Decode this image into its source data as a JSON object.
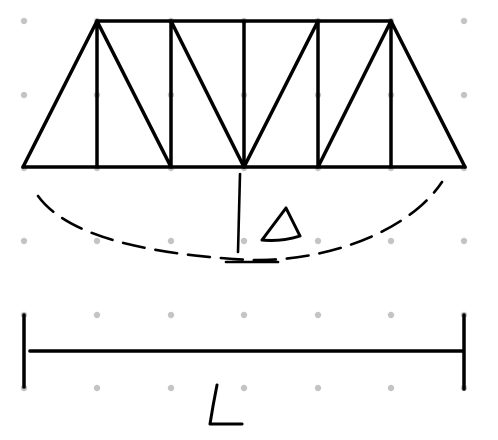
{
  "diagram": {
    "description_labels": {
      "deflection_symbol": "Δ",
      "span_symbol": "L"
    },
    "colors": {
      "ink": "#000000",
      "grid_dot": "#c4c4c4",
      "background": "#ffffff"
    },
    "elements": {
      "truss": "truss-bridge",
      "deflected_shape": "dashed-deflection-curve",
      "deflection_marker": "delta-measure-line",
      "span_dimension": "span-dimension-line"
    }
  }
}
